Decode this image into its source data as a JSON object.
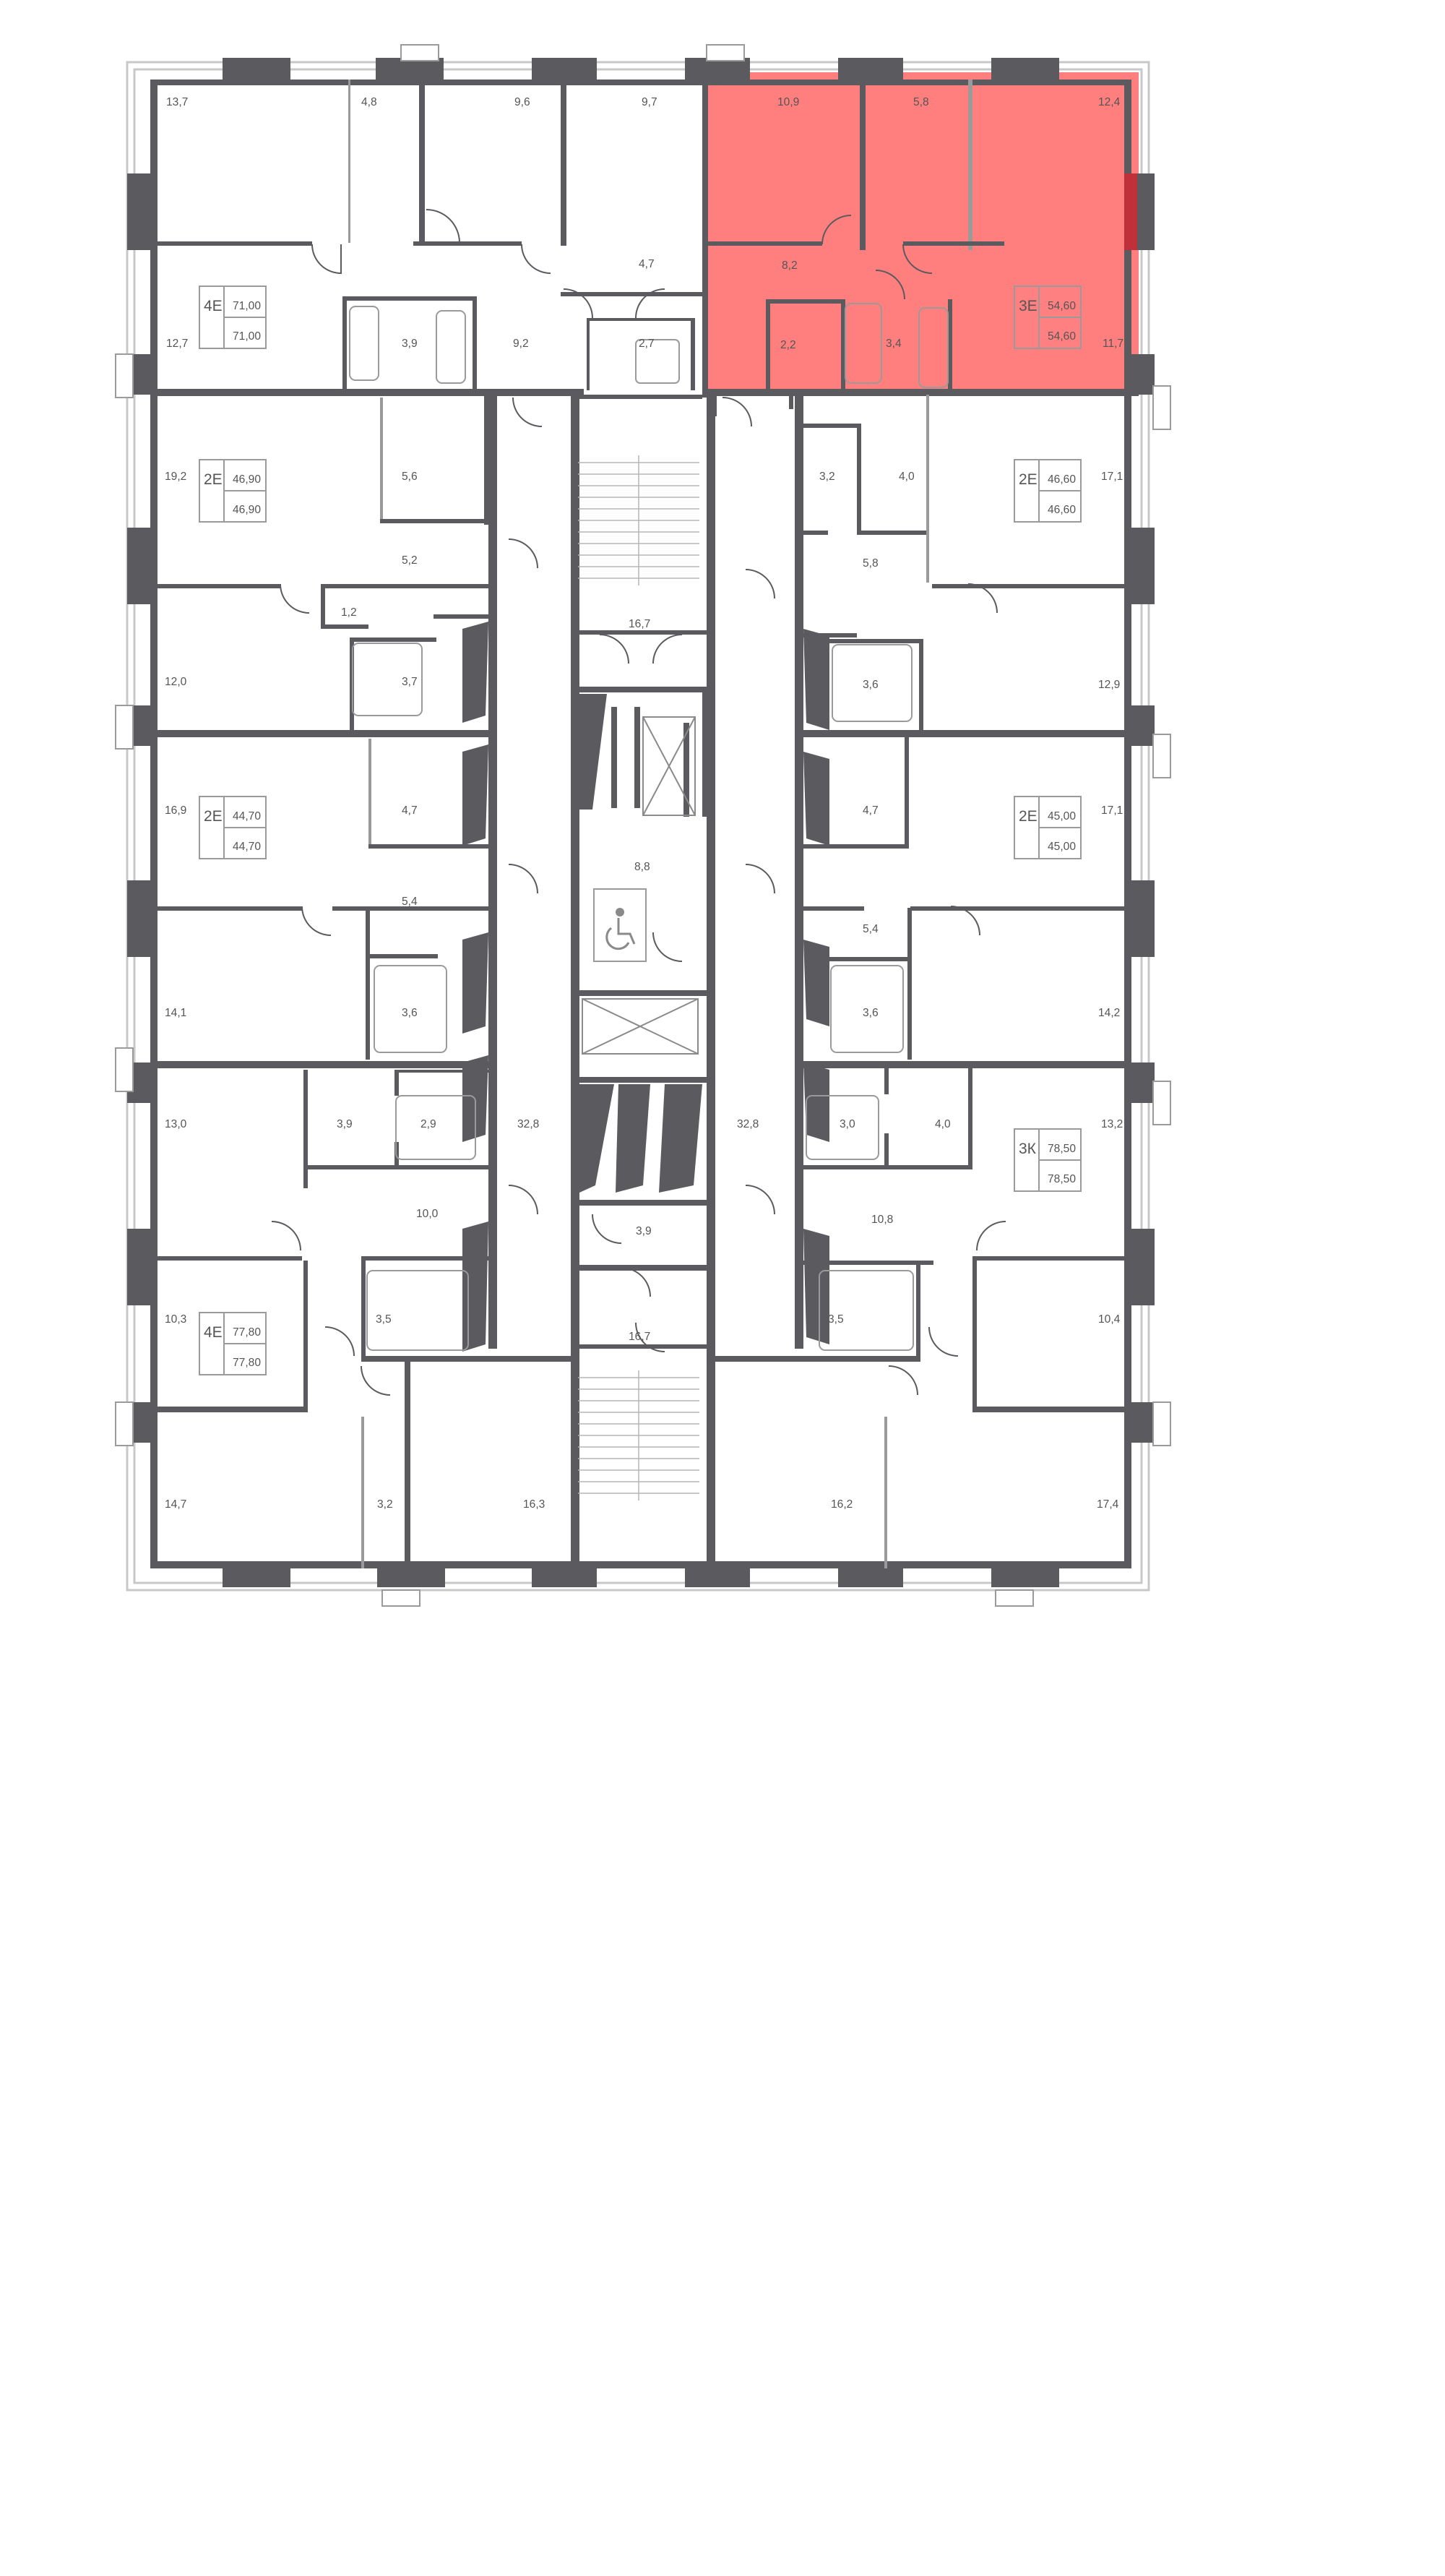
{
  "floor_plan": {
    "highlight_color": "#ff4d4d",
    "wall_color": "#5a5a5f",
    "text_color": "#555555",
    "apartments": [
      {
        "id": "4E-71.00",
        "type": "4Е",
        "area": "71,00",
        "area_living": "71,00"
      },
      {
        "id": "3E-54.60",
        "type": "3Е",
        "area": "54,60",
        "area_living": "54,60",
        "highlighted": true
      },
      {
        "id": "2E-46.90",
        "type": "2Е",
        "area": "46,90",
        "area_living": "46,90"
      },
      {
        "id": "2E-46.60",
        "type": "2Е",
        "area": "46,60",
        "area_living": "46,60"
      },
      {
        "id": "2E-44.70",
        "type": "2Е",
        "area": "44,70",
        "area_living": "44,70"
      },
      {
        "id": "2E-45.00",
        "type": "2Е",
        "area": "45,00",
        "area_living": "45,00"
      },
      {
        "id": "3K-78.50",
        "type": "3К",
        "area": "78,50",
        "area_living": "78,50"
      },
      {
        "id": "4E-77.80",
        "type": "4Е",
        "area": "77,80",
        "area_living": "77,80"
      }
    ],
    "rooms": [
      "13,7",
      "4,8",
      "9,6",
      "9,7",
      "10,9",
      "5,8",
      "12,4",
      "12,7",
      "3,9",
      "9,2",
      "4,7",
      "2,7",
      "8,2",
      "2,2",
      "3,4",
      "11,7",
      "19,2",
      "5,6",
      "3,2",
      "4,0",
      "17,1",
      "5,2",
      "1,2",
      "16,7",
      "5,8",
      "12,0",
      "3,7",
      "3,6",
      "12,9",
      "16,9",
      "4,7",
      "4,7",
      "17,1",
      "8,8",
      "5,4",
      "5,4",
      "14,1",
      "3,6",
      "3,6",
      "14,2",
      "13,0",
      "3,9",
      "2,9",
      "32,8",
      "32,8",
      "3,0",
      "4,0",
      "13,2",
      "10,0",
      "10,8",
      "3,9",
      "10,3",
      "3,5",
      "3,5",
      "16,7",
      "10,4",
      "14,7",
      "3,2",
      "16,3",
      "16,2",
      "17,4"
    ]
  }
}
